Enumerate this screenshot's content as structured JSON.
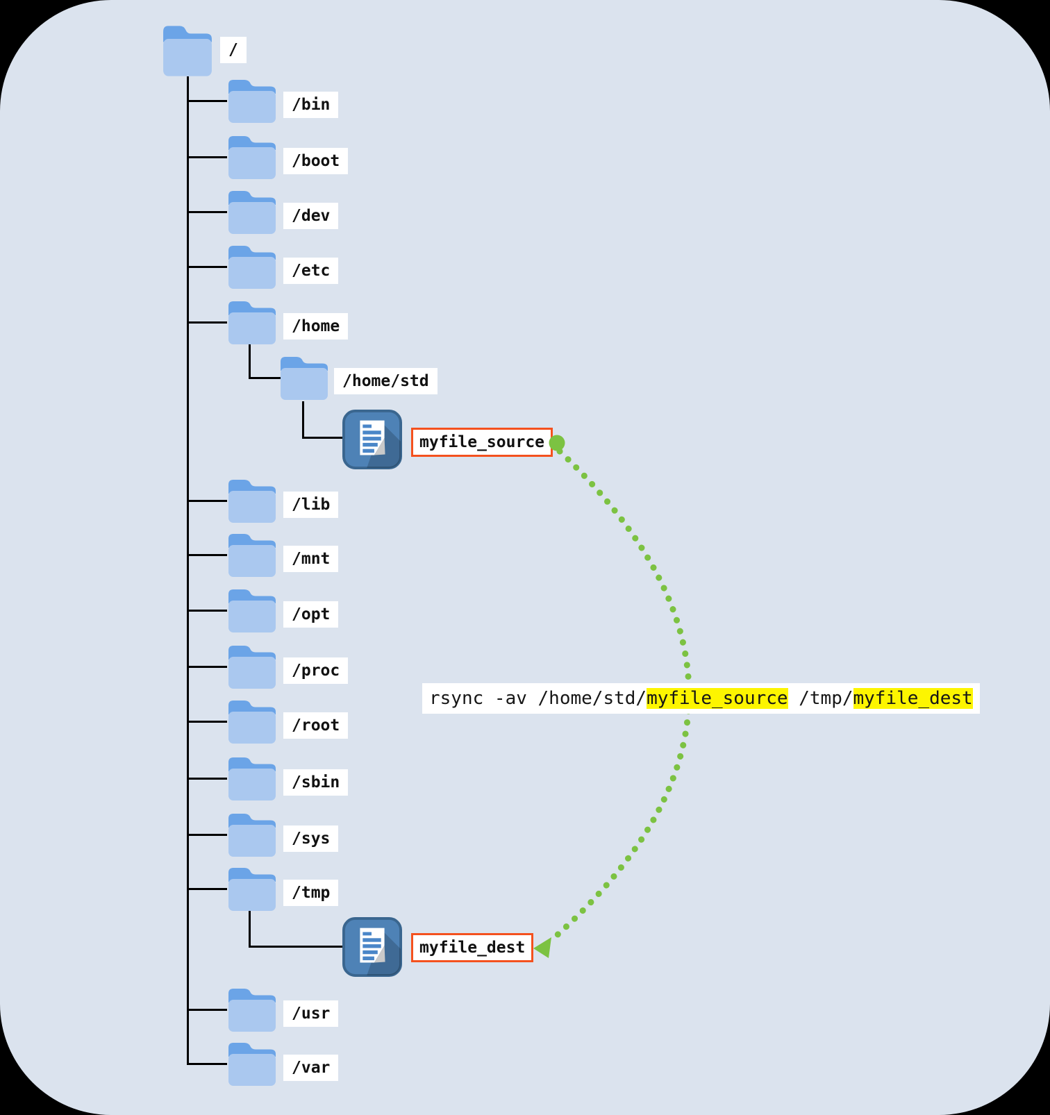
{
  "diagram": {
    "root_label": "/",
    "directories": [
      "/bin",
      "/boot",
      "/dev",
      "/etc",
      "/home",
      "/lib",
      "/mnt",
      "/opt",
      "/proc",
      "/root",
      "/sbin",
      "/sys",
      "/tmp",
      "/usr",
      "/var"
    ],
    "subdirectory": "/home/std",
    "source_file": "myfile_source",
    "dest_file": "myfile_dest"
  },
  "command": {
    "segments": [
      {
        "text": "rsync -av /home/std/",
        "highlight": false
      },
      {
        "text": "myfile_source",
        "highlight": true
      },
      {
        "text": " /tmp/",
        "highlight": false
      },
      {
        "text": "myfile_dest",
        "highlight": true
      }
    ]
  },
  "colors": {
    "panel_bg": "#dbe3ee",
    "folder_body": "#aac8ef",
    "folder_tab": "#6ba4e7",
    "file_icon_bg": "#4e82b6",
    "file_icon_border": "#3a668f",
    "file_text_lines": "#4a86c8",
    "file_fold": "#c9c9c9",
    "label_border": "#f4511e",
    "highlight_yellow": "#fdf500",
    "arrow_green": "#7cc242",
    "tree_line": "#000000"
  }
}
